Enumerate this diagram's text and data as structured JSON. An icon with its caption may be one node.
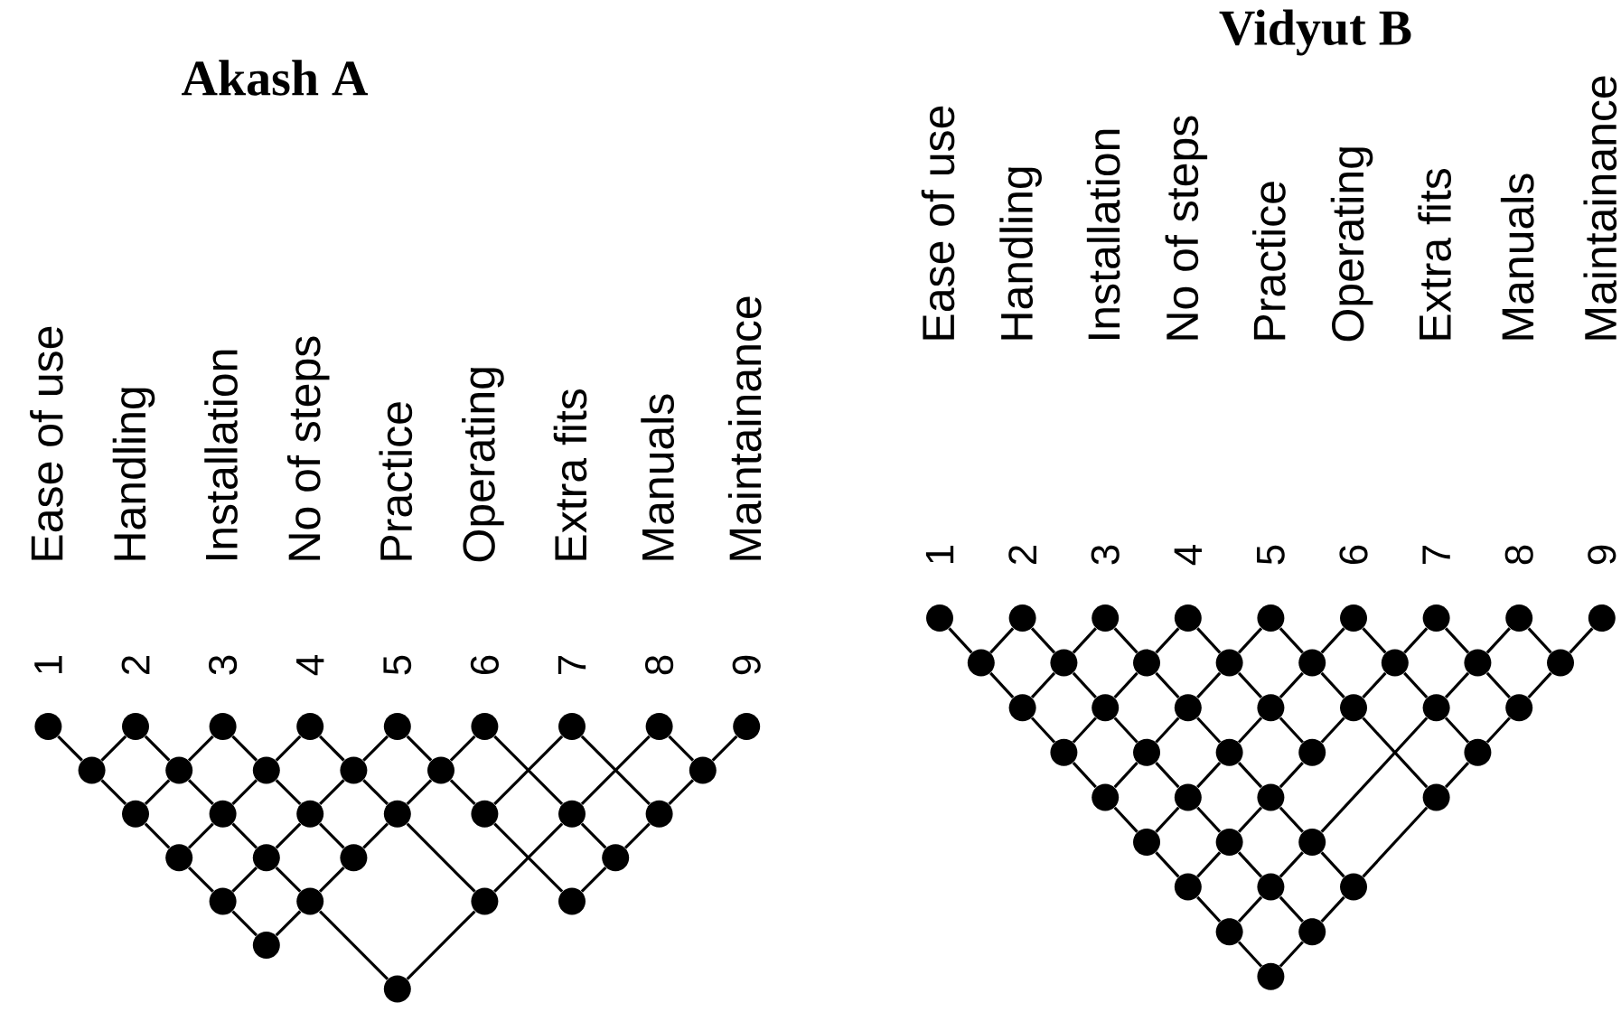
{
  "diagram": {
    "nodes": [
      {
        "text": [
          "Ease of use",
          "1"
        ]
      },
      {
        "text": [
          "Handling",
          "2"
        ]
      },
      {
        "text": [
          "Installation",
          "3"
        ]
      },
      {
        "text": [
          "No of steps",
          "4"
        ]
      },
      {
        "text": [
          "Practice",
          "5"
        ]
      },
      {
        "text": [
          "Operating",
          "6"
        ]
      },
      {
        "text": [
          "Extra fits",
          "7"
        ]
      },
      {
        "text": [
          "Manuals",
          "8"
        ]
      },
      {
        "text": [
          "Maintainance",
          "9"
        ]
      },
      {
        "text": [],
        "shape": "circle"
      },
      {
        "text": [],
        "shape": "circle"
      },
      {
        "text": [],
        "shape": "circle"
      },
      {
        "text": [],
        "shape": "circle"
      },
      {
        "text": [],
        "shape": "circle"
      },
      {
        "text": [],
        "shape": "circle"
      },
      {
        "text": [],
        "shape": "circle"
      },
      {
        "text": [],
        "shape": "circle"
      },
      {
        "text": [],
        "shape": "circle"
      },
      {
        "text": [],
        "shape": "circle"
      },
      {
        "text": [],
        "shape": "circle"
      },
      {
        "text": [],
        "shape": "circle"
      },
      {
        "text": [],
        "shape": "circle"
      },
      {
        "text": [],
        "shape": "circle"
      },
      {
        "text": [],
        "shape": "circle"
      },
      {
        "text": [],
        "shape": "circle"
      },
      {
        "text": [],
        "shape": "circle"
      },
      {
        "text": [],
        "shape": "circle"
      },
      {
        "text": [],
        "shape": "circle"
      },
      {
        "text": [],
        "shape": "circle"
      },
      {
        "text": [],
        "shape": "circle"
      },
      {
        "text": [],
        "shape": "circle"
      },
      {
        "text": [],
        "shape": "circle"
      },
      {
        "text": [
          "Ease of use",
          "1"
        ]
      },
      {
        "text": [
          "Handling",
          "2"
        ]
      },
      {
        "text": [
          "Installation",
          "3"
        ]
      },
      {
        "text": [
          "No of steps",
          "4"
        ]
      },
      {
        "text": [
          "Practice",
          "5"
        ]
      },
      {
        "text": [
          "Operating",
          "6"
        ]
      },
      {
        "text": [
          "Extra fits",
          "7"
        ]
      },
      {
        "text": [
          "Manuals",
          "8"
        ]
      },
      {
        "text": [
          "Maintainance",
          "9"
        ]
      },
      {
        "text": [],
        "shape": "circle"
      },
      {
        "text": [],
        "shape": "circle"
      },
      {
        "text": [],
        "shape": "circle"
      },
      {
        "text": [],
        "shape": "circle"
      },
      {
        "text": [],
        "shape": "circle"
      },
      {
        "text": [],
        "shape": "circle"
      },
      {
        "text": [],
        "shape": "circle"
      },
      {
        "text": [],
        "shape": "circle"
      },
      {
        "text": [],
        "shape": "circle"
      },
      {
        "text": [],
        "shape": "circle"
      },
      {
        "text": [],
        "shape": "circle"
      },
      {
        "text": [],
        "shape": "circle"
      },
      {
        "text": [],
        "shape": "circle"
      },
      {
        "text": [],
        "shape": "circle"
      },
      {
        "text": [],
        "shape": "circle"
      },
      {
        "text": [],
        "shape": "circle"
      },
      {
        "text": [],
        "shape": "circle"
      },
      {
        "text": [],
        "shape": "circle"
      },
      {
        "text": [],
        "shape": "circle"
      },
      {
        "text": [],
        "shape": "circle"
      },
      {
        "text": [],
        "shape": "circle"
      },
      {
        "text": [],
        "shape": "circle"
      },
      {
        "text": [],
        "shape": "circle"
      },
      {
        "text": [],
        "shape": "circle"
      },
      {
        "text": [],
        "shape": "circle"
      },
      {
        "text": [],
        "shape": "circle"
      },
      {
        "text": [],
        "shape": "circle"
      },
      {
        "text": [],
        "shape": "circle"
      },
      {
        "text": [],
        "shape": "circle"
      },
      {
        "text": [],
        "shape": "circle"
      },
      {
        "text": [],
        "shape": "circle"
      },
      {
        "text": [],
        "shape": "circle"
      },
      {
        "text": [],
        "shape": "circle"
      }
    ],
    "edges": [
      {
        "from": 0,
        "to": 9,
        "arrow": "none"
      },
      {
        "from": 9,
        "to": 15,
        "arrow": "none"
      },
      {
        "from": 15,
        "to": 22,
        "arrow": "none"
      },
      {
        "from": 22,
        "to": 26,
        "arrow": "none"
      },
      {
        "from": 26,
        "to": 30,
        "arrow": "none"
      },
      {
        "from": 1,
        "to": 10,
        "arrow": "none"
      },
      {
        "from": 10,
        "to": 16,
        "arrow": "none"
      },
      {
        "from": 16,
        "to": 23,
        "arrow": "none"
      },
      {
        "from": 23,
        "to": 27,
        "arrow": "none"
      },
      {
        "from": 27,
        "to": 31,
        "arrow": "none"
      },
      {
        "from": 2,
        "to": 11,
        "arrow": "none"
      },
      {
        "from": 11,
        "to": 17,
        "arrow": "none"
      },
      {
        "from": 17,
        "to": 24,
        "arrow": "none"
      },
      {
        "from": 3,
        "to": 12,
        "arrow": "none"
      },
      {
        "from": 12,
        "to": 18,
        "arrow": "none"
      },
      {
        "from": 18,
        "to": 28,
        "arrow": "none"
      },
      {
        "from": 4,
        "to": 13,
        "arrow": "none"
      },
      {
        "from": 13,
        "to": 19,
        "arrow": "none"
      },
      {
        "from": 19,
        "to": 29,
        "arrow": "none"
      },
      {
        "from": 5,
        "to": 20,
        "arrow": "none"
      },
      {
        "from": 20,
        "to": 25,
        "arrow": "none"
      },
      {
        "from": 6,
        "to": 21,
        "arrow": "none"
      },
      {
        "from": 7,
        "to": 14,
        "arrow": "none"
      },
      {
        "from": 1,
        "to": 9,
        "arrow": "none"
      },
      {
        "from": 2,
        "to": 10,
        "arrow": "none"
      },
      {
        "from": 10,
        "to": 15,
        "arrow": "none"
      },
      {
        "from": 3,
        "to": 11,
        "arrow": "none"
      },
      {
        "from": 11,
        "to": 16,
        "arrow": "none"
      },
      {
        "from": 16,
        "to": 22,
        "arrow": "none"
      },
      {
        "from": 4,
        "to": 12,
        "arrow": "none"
      },
      {
        "from": 12,
        "to": 17,
        "arrow": "none"
      },
      {
        "from": 17,
        "to": 23,
        "arrow": "none"
      },
      {
        "from": 23,
        "to": 26,
        "arrow": "none"
      },
      {
        "from": 5,
        "to": 13,
        "arrow": "none"
      },
      {
        "from": 13,
        "to": 18,
        "arrow": "none"
      },
      {
        "from": 18,
        "to": 24,
        "arrow": "none"
      },
      {
        "from": 24,
        "to": 27,
        "arrow": "none"
      },
      {
        "from": 27,
        "to": 30,
        "arrow": "none"
      },
      {
        "from": 6,
        "to": 19,
        "arrow": "none"
      },
      {
        "from": 7,
        "to": 20,
        "arrow": "none"
      },
      {
        "from": 20,
        "to": 28,
        "arrow": "none"
      },
      {
        "from": 28,
        "to": 31,
        "arrow": "none"
      },
      {
        "from": 8,
        "to": 14,
        "arrow": "none"
      },
      {
        "from": 14,
        "to": 21,
        "arrow": "none"
      },
      {
        "from": 21,
        "to": 25,
        "arrow": "none"
      },
      {
        "from": 25,
        "to": 29,
        "arrow": "none"
      },
      {
        "from": 32,
        "to": 41,
        "arrow": "none"
      },
      {
        "from": 41,
        "to": 49,
        "arrow": "none"
      },
      {
        "from": 49,
        "to": 56,
        "arrow": "none"
      },
      {
        "from": 56,
        "to": 61,
        "arrow": "none"
      },
      {
        "from": 61,
        "to": 65,
        "arrow": "none"
      },
      {
        "from": 65,
        "to": 68,
        "arrow": "none"
      },
      {
        "from": 68,
        "to": 71,
        "arrow": "none"
      },
      {
        "from": 71,
        "to": 73,
        "arrow": "none"
      },
      {
        "from": 33,
        "to": 42,
        "arrow": "none"
      },
      {
        "from": 42,
        "to": 50,
        "arrow": "none"
      },
      {
        "from": 50,
        "to": 57,
        "arrow": "none"
      },
      {
        "from": 57,
        "to": 62,
        "arrow": "none"
      },
      {
        "from": 62,
        "to": 66,
        "arrow": "none"
      },
      {
        "from": 66,
        "to": 69,
        "arrow": "none"
      },
      {
        "from": 69,
        "to": 72,
        "arrow": "none"
      },
      {
        "from": 34,
        "to": 43,
        "arrow": "none"
      },
      {
        "from": 43,
        "to": 51,
        "arrow": "none"
      },
      {
        "from": 51,
        "to": 58,
        "arrow": "none"
      },
      {
        "from": 58,
        "to": 63,
        "arrow": "none"
      },
      {
        "from": 63,
        "to": 67,
        "arrow": "none"
      },
      {
        "from": 67,
        "to": 70,
        "arrow": "none"
      },
      {
        "from": 35,
        "to": 44,
        "arrow": "none"
      },
      {
        "from": 44,
        "to": 52,
        "arrow": "none"
      },
      {
        "from": 52,
        "to": 59,
        "arrow": "none"
      },
      {
        "from": 36,
        "to": 45,
        "arrow": "none"
      },
      {
        "from": 45,
        "to": 53,
        "arrow": "none"
      },
      {
        "from": 53,
        "to": 64,
        "arrow": "none"
      },
      {
        "from": 37,
        "to": 46,
        "arrow": "none"
      },
      {
        "from": 46,
        "to": 54,
        "arrow": "none"
      },
      {
        "from": 54,
        "to": 60,
        "arrow": "none"
      },
      {
        "from": 38,
        "to": 47,
        "arrow": "none"
      },
      {
        "from": 47,
        "to": 55,
        "arrow": "none"
      },
      {
        "from": 39,
        "to": 48,
        "arrow": "none"
      },
      {
        "from": 33,
        "to": 41,
        "arrow": "none"
      },
      {
        "from": 34,
        "to": 42,
        "arrow": "none"
      },
      {
        "from": 42,
        "to": 49,
        "arrow": "none"
      },
      {
        "from": 35,
        "to": 43,
        "arrow": "none"
      },
      {
        "from": 43,
        "to": 50,
        "arrow": "none"
      },
      {
        "from": 50,
        "to": 56,
        "arrow": "none"
      },
      {
        "from": 36,
        "to": 44,
        "arrow": "none"
      },
      {
        "from": 44,
        "to": 51,
        "arrow": "none"
      },
      {
        "from": 51,
        "to": 57,
        "arrow": "none"
      },
      {
        "from": 57,
        "to": 61,
        "arrow": "none"
      },
      {
        "from": 37,
        "to": 45,
        "arrow": "none"
      },
      {
        "from": 45,
        "to": 52,
        "arrow": "none"
      },
      {
        "from": 52,
        "to": 58,
        "arrow": "none"
      },
      {
        "from": 58,
        "to": 62,
        "arrow": "none"
      },
      {
        "from": 62,
        "to": 65,
        "arrow": "none"
      },
      {
        "from": 38,
        "to": 46,
        "arrow": "none"
      },
      {
        "from": 46,
        "to": 53,
        "arrow": "none"
      },
      {
        "from": 53,
        "to": 59,
        "arrow": "none"
      },
      {
        "from": 59,
        "to": 63,
        "arrow": "none"
      },
      {
        "from": 63,
        "to": 66,
        "arrow": "none"
      },
      {
        "from": 66,
        "to": 68,
        "arrow": "none"
      },
      {
        "from": 39,
        "to": 47,
        "arrow": "none"
      },
      {
        "from": 47,
        "to": 54,
        "arrow": "none"
      },
      {
        "from": 54,
        "to": 67,
        "arrow": "none"
      },
      {
        "from": 67,
        "to": 69,
        "arrow": "none"
      },
      {
        "from": 69,
        "to": 71,
        "arrow": "none"
      },
      {
        "from": 40,
        "to": 48,
        "arrow": "none"
      },
      {
        "from": 48,
        "to": 55,
        "arrow": "none"
      },
      {
        "from": 55,
        "to": 60,
        "arrow": "none"
      },
      {
        "from": 60,
        "to": 64,
        "arrow": "none"
      },
      {
        "from": 64,
        "to": 70,
        "arrow": "none"
      },
      {
        "from": 70,
        "to": 72,
        "arrow": "none"
      },
      {
        "from": 72,
        "to": 73,
        "arrow": "none"
      }
    ],
    "labels": [
      "Akash A",
      "Vidyut B"
    ]
  }
}
